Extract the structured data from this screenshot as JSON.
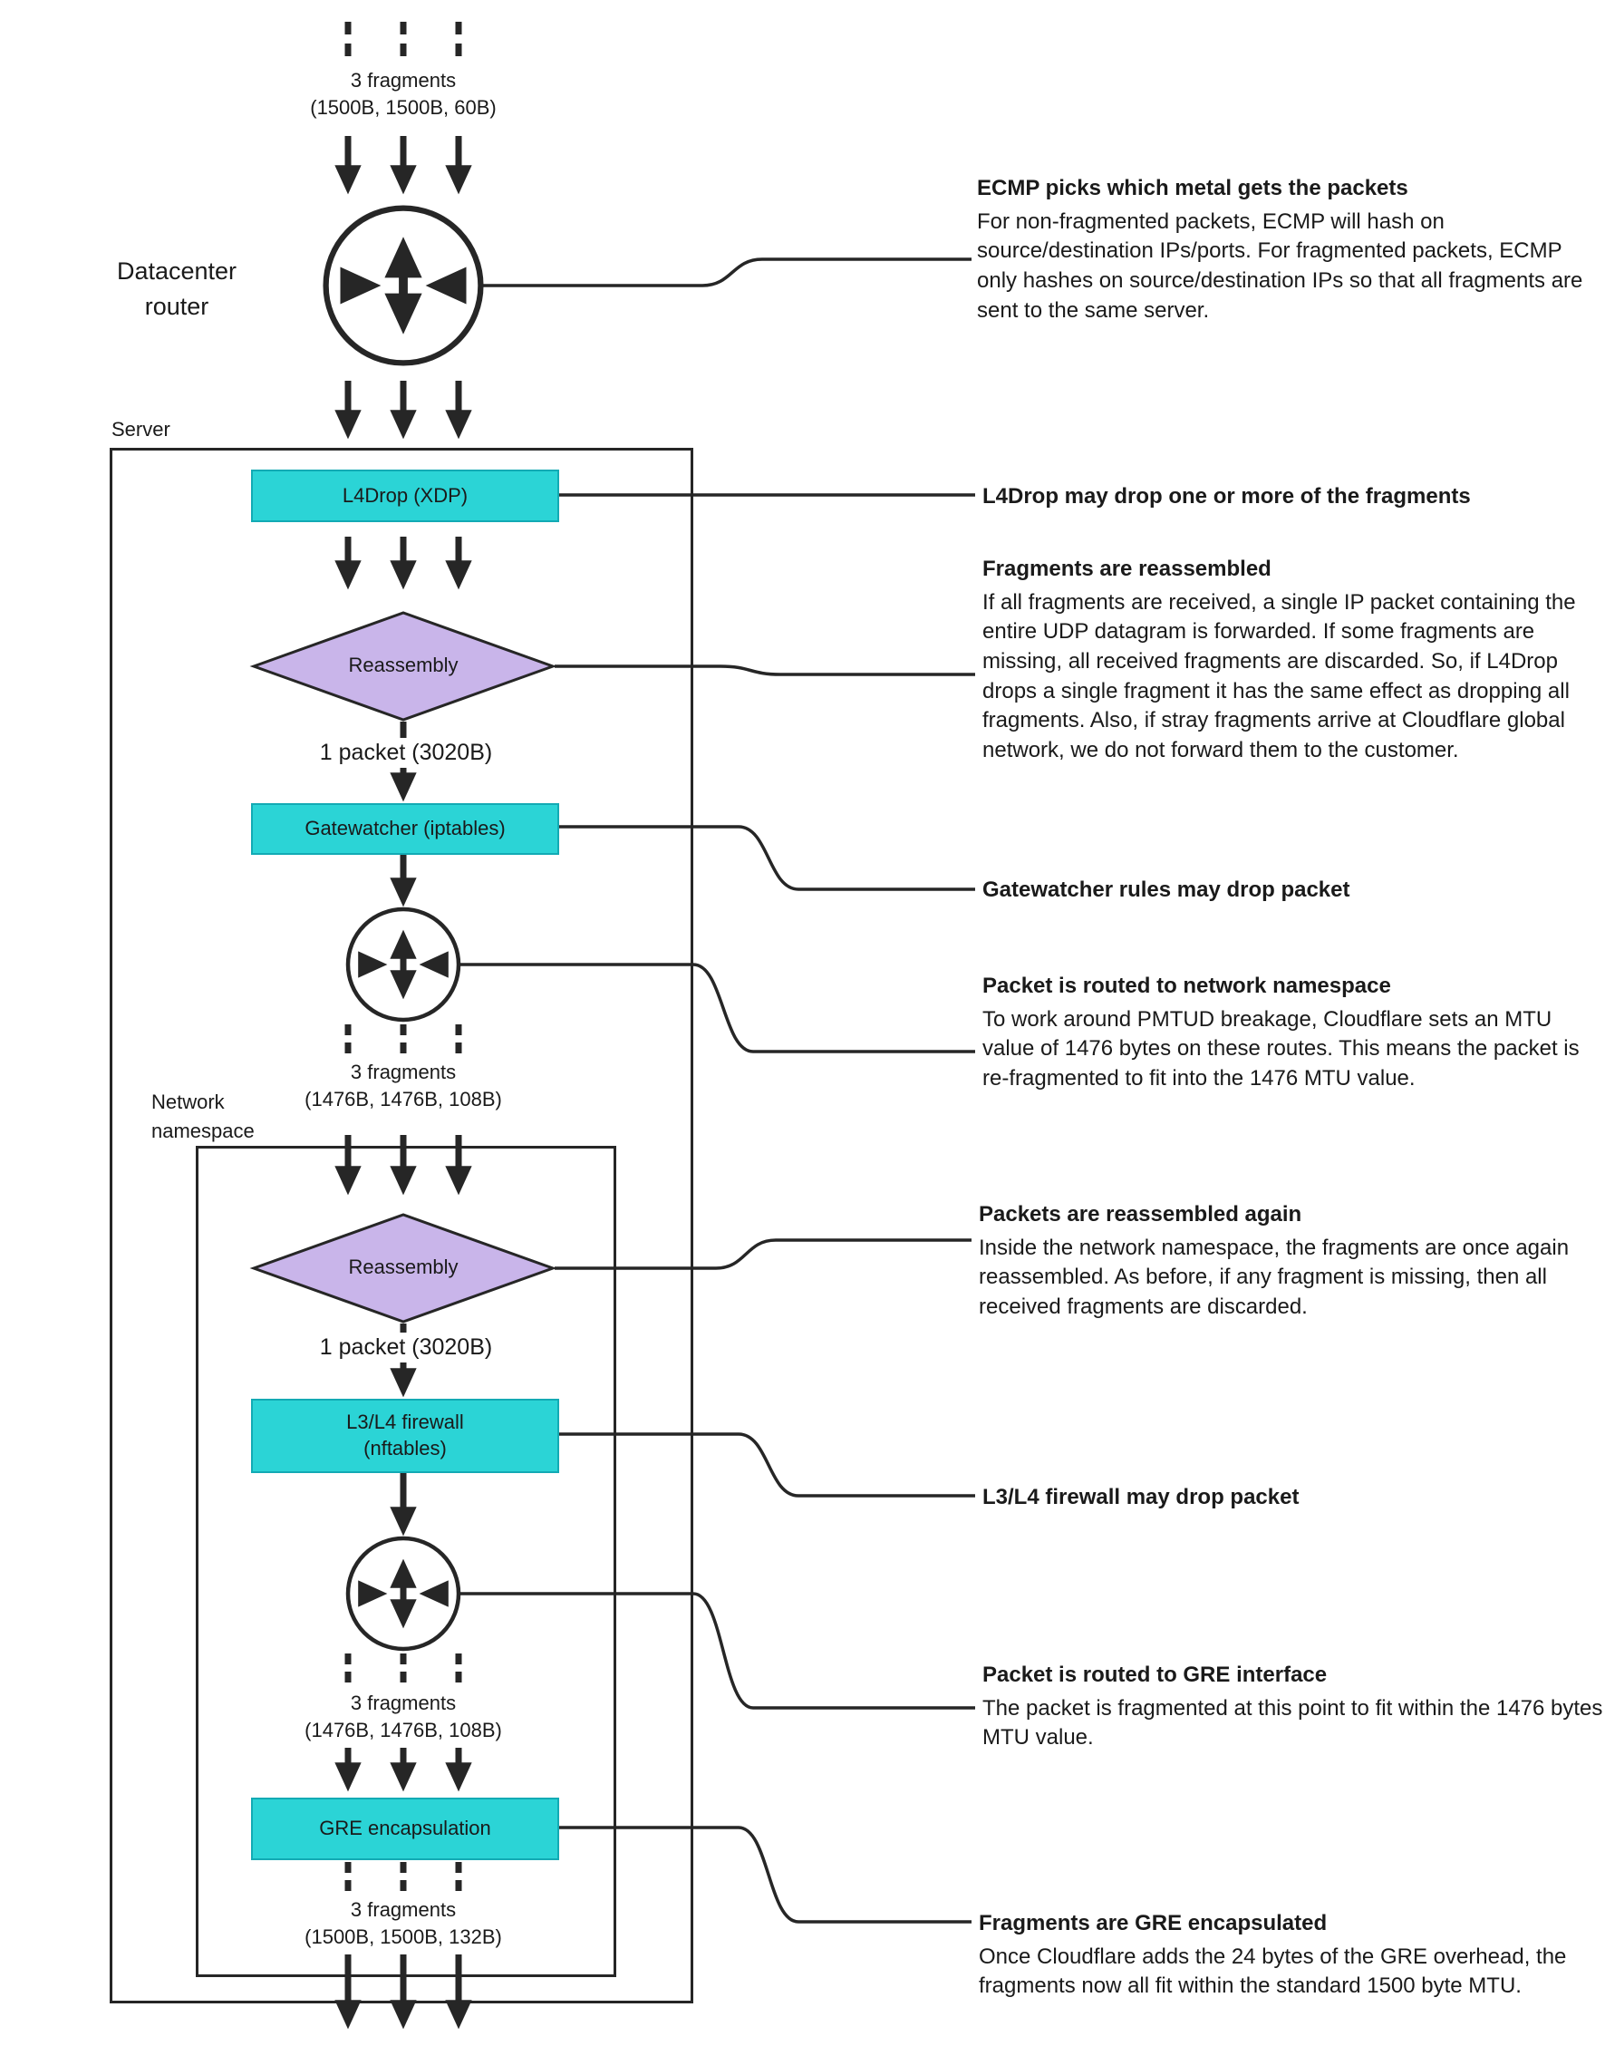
{
  "colors": {
    "process_box_fill": "#2BD4D6",
    "process_box_border": "#13AAB4",
    "diamond_fill": "#C9B5EA",
    "line": "#262626",
    "text": "#1A1A1A"
  },
  "diagram": {
    "datacenter_router": {
      "line1": "Datacenter",
      "line2": "router"
    },
    "server_label": "Server",
    "network_namespace": {
      "line1": "Network",
      "line2": "namespace"
    },
    "top_fragments": {
      "count": "3 fragments",
      "sizes": "(1500B, 1500B, 60B)"
    },
    "l4drop_label": "L4Drop (XDP)",
    "reassembly1_label": "Reassembly",
    "packet1_label": "1 packet (3020B)",
    "gatewatcher_label": "Gatewatcher (iptables)",
    "mid_fragments": {
      "count": "3 fragments",
      "sizes": "(1476B, 1476B, 108B)"
    },
    "reassembly2_label": "Reassembly",
    "packet2_label": "1 packet (3020B)",
    "firewall": {
      "line1": "L3/L4 firewall",
      "line2": "(nftables)"
    },
    "pre_gre_fragments": {
      "count": "3 fragments",
      "sizes": "(1476B, 1476B, 108B)"
    },
    "gre_label": "GRE encapsulation",
    "post_gre_fragments": {
      "count": "3 fragments",
      "sizes": "(1500B, 1500B, 132B)"
    }
  },
  "annotations": [
    {
      "title": "ECMP picks which metal gets the packets",
      "body": "For non-fragmented packets, ECMP will hash on source/destination IPs/ports. For fragmented packets, ECMP only hashes on source/destination IPs so that all fragments are sent to the same server."
    },
    {
      "title": "L4Drop may drop one or more of the fragments",
      "body": ""
    },
    {
      "title": "Fragments are reassembled",
      "body": "If all fragments are received, a single IP packet containing the entire UDP datagram is forwarded. If some fragments are missing, all received fragments are discarded. So, if L4Drop drops a single fragment it has the same effect as dropping all fragments. Also, if stray fragments arrive at Cloudflare global network, we do not forward them to the customer."
    },
    {
      "title": "Gatewatcher rules may drop packet",
      "body": ""
    },
    {
      "title": "Packet is routed to network namespace",
      "body": "To work around PMTUD breakage, Cloudflare sets an MTU value of 1476 bytes on these routes. This means the packet is re-fragmented to fit into the 1476 MTU value."
    },
    {
      "title": "Packets are reassembled again",
      "body": "Inside the network namespace, the fragments are once again reassembled. As before, if any fragment is missing, then all received fragments are discarded."
    },
    {
      "title": "L3/L4 firewall may drop packet",
      "body": ""
    },
    {
      "title": "Packet is routed to GRE interface",
      "body": "The packet is fragmented at this point to fit within the 1476 bytes MTU value."
    },
    {
      "title": "Fragments are GRE encapsulated",
      "body": "Once Cloudflare adds the 24 bytes of the GRE overhead, the fragments now all fit within the standard 1500 byte MTU."
    }
  ]
}
